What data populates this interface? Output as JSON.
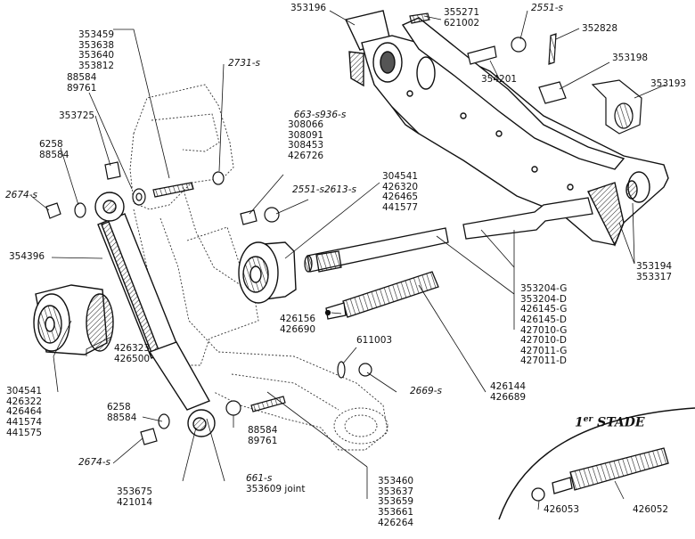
{
  "callouts": [
    {
      "id": "c-353459",
      "codes": [
        "353459",
        "353638",
        "353640",
        "353812"
      ]
    },
    {
      "id": "c-353196",
      "codes": [
        "353196"
      ]
    },
    {
      "id": "c-355271",
      "codes": [
        "355271",
        "621002"
      ]
    },
    {
      "id": "c-2551a",
      "codes": [
        "2551-s"
      ]
    },
    {
      "id": "c-352828",
      "codes": [
        "352828"
      ]
    },
    {
      "id": "c-353198",
      "codes": [
        "353198"
      ]
    },
    {
      "id": "c-354201",
      "codes": [
        "354201"
      ]
    },
    {
      "id": "c-353193",
      "codes": [
        "353193"
      ]
    },
    {
      "id": "c-88584a",
      "codes": [
        "88584",
        "89761"
      ]
    },
    {
      "id": "c-2731",
      "codes": [
        "2731-s"
      ]
    },
    {
      "id": "c-353725",
      "codes": [
        "353725"
      ]
    },
    {
      "id": "c-663",
      "codes": [
        "663-s",
        "936-s",
        "308066",
        "308091",
        "308453",
        "426726"
      ]
    },
    {
      "id": "c-6258a",
      "codes": [
        "6258",
        "88584"
      ]
    },
    {
      "id": "c-304541a",
      "codes": [
        "304541",
        "426320",
        "426465",
        "441577"
      ]
    },
    {
      "id": "c-2674a",
      "codes": [
        "2674-s"
      ]
    },
    {
      "id": "c-2551b",
      "codes": [
        "2551-s",
        "2613-s"
      ]
    },
    {
      "id": "c-354396",
      "codes": [
        "354396"
      ]
    },
    {
      "id": "c-353194",
      "codes": [
        "353194",
        "353317"
      ]
    },
    {
      "id": "c-353204",
      "codes": [
        "353204-G",
        "353204-D",
        "426145-G",
        "426145-D",
        "427010-G",
        "427010-D",
        "427011-G",
        "427011-D"
      ]
    },
    {
      "id": "c-426156",
      "codes": [
        "426156",
        "426690"
      ]
    },
    {
      "id": "c-611003",
      "codes": [
        "611003"
      ]
    },
    {
      "id": "c-304541b",
      "codes": [
        "304541",
        "426322",
        "426464",
        "441574",
        "441575"
      ]
    },
    {
      "id": "c-426323",
      "codes": [
        "426323",
        "426500"
      ]
    },
    {
      "id": "c-2669",
      "codes": [
        "2669-s"
      ]
    },
    {
      "id": "c-426144",
      "codes": [
        "426144",
        "426689"
      ]
    },
    {
      "id": "c-6258b",
      "codes": [
        "6258",
        "88584"
      ]
    },
    {
      "id": "c-88584b",
      "codes": [
        "88584",
        "89761"
      ]
    },
    {
      "id": "c-2674b",
      "codes": [
        "2674-s"
      ]
    },
    {
      "id": "c-661",
      "codes": [
        "661-s",
        "353609 joint"
      ]
    },
    {
      "id": "c-353675",
      "codes": [
        "353675",
        "421014"
      ]
    },
    {
      "id": "c-353460",
      "codes": [
        "353460",
        "353637",
        "353659",
        "353661",
        "426264"
      ]
    },
    {
      "id": "c-426053",
      "codes": [
        "426053"
      ]
    },
    {
      "id": "c-426052",
      "codes": [
        "426052"
      ]
    }
  ],
  "inset": {
    "title_ordinal": "1",
    "title_ordinal_suffix": "er",
    "title_word": "STADE"
  }
}
